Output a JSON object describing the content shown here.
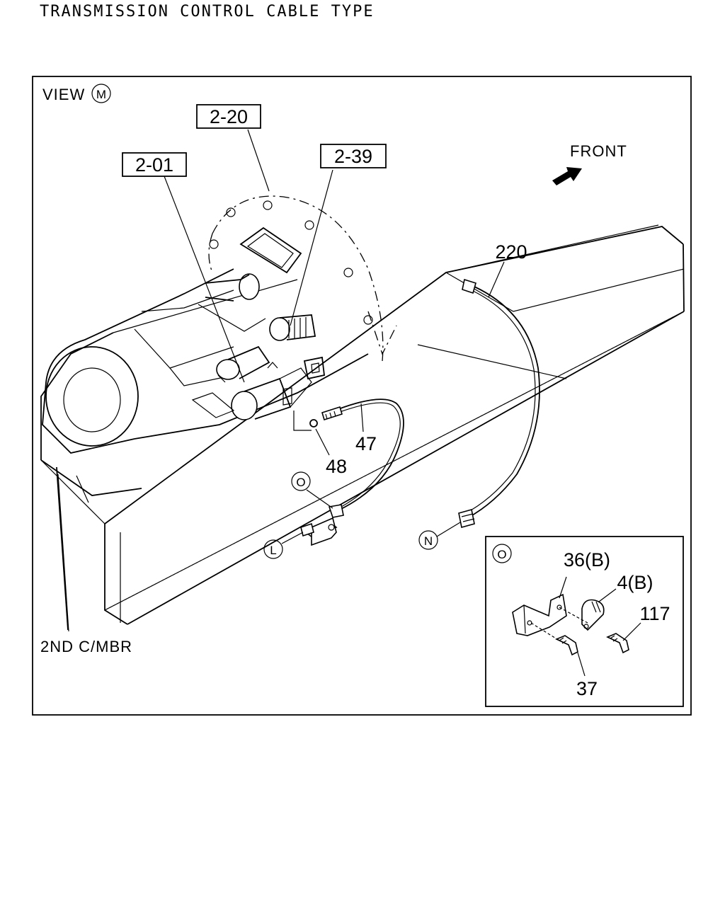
{
  "title": "TRANSMISSION CONTROL CABLE TYPE",
  "view_label": "VIEW",
  "view_id": "M",
  "front_label": "FRONT",
  "boxed_refs": [
    "2-20",
    "2-01",
    "2-39"
  ],
  "part_numbers": {
    "cable_main": "220",
    "cable_short": "47",
    "washer": "48",
    "bracket": "36(B)",
    "clamp": "4(B)",
    "bolt_clamp": "117",
    "bolt_bracket": "37"
  },
  "circle_markers": {
    "o_marker": "O",
    "l_marker": "L",
    "n_marker": "N",
    "inset_marker": "O"
  },
  "member_label": "2ND C/MBR"
}
